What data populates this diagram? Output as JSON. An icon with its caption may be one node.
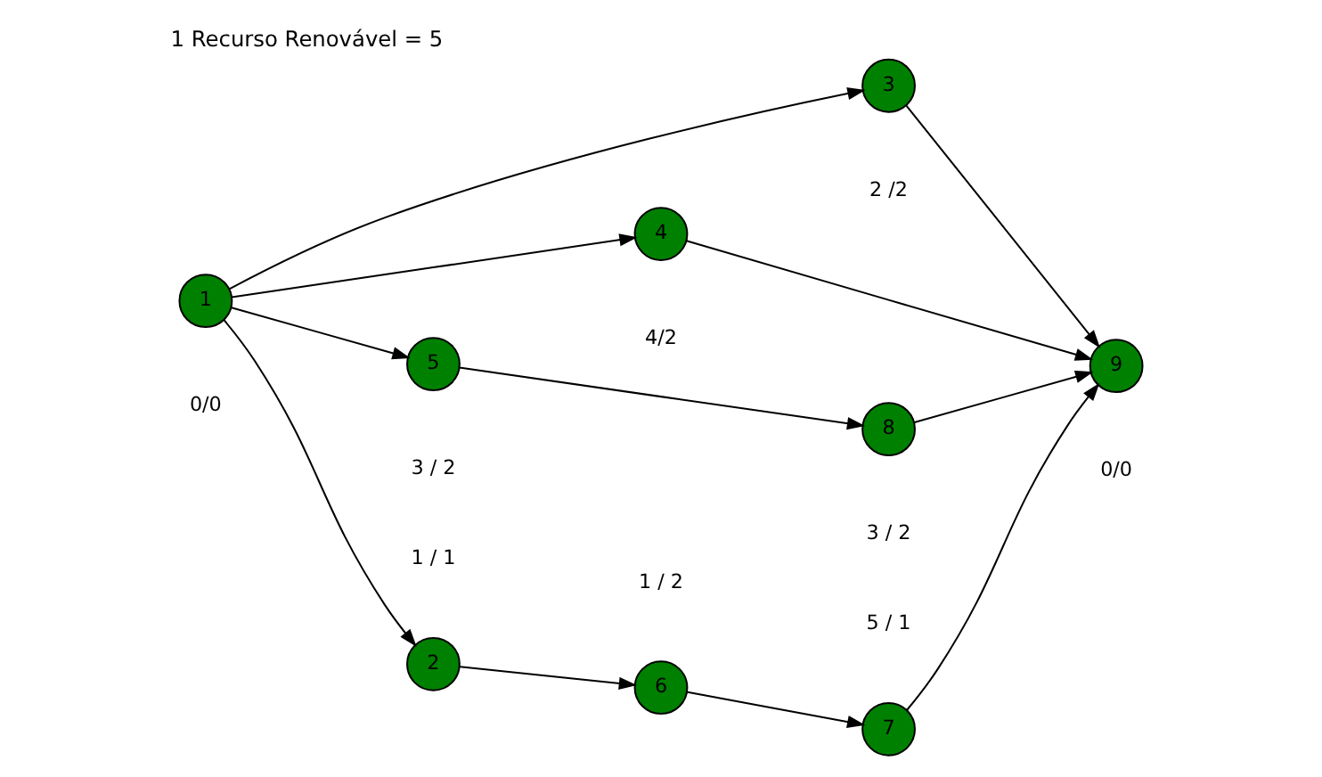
{
  "diagram": {
    "title": "1 Recurso Renovável = 5",
    "nodes": [
      {
        "text": [
          "1"
        ],
        "beside": [
          "0/0"
        ]
      },
      {
        "text": [
          "2"
        ],
        "beside": [
          "1 / 1"
        ]
      },
      {
        "text": [
          "3"
        ],
        "beside": [
          "2 /2"
        ]
      },
      {
        "text": [
          "4"
        ],
        "beside": [
          "4/2"
        ]
      },
      {
        "text": [
          "5"
        ],
        "beside": [
          "3 / 2"
        ]
      },
      {
        "text": [
          "6"
        ],
        "beside": [
          "1 / 2"
        ]
      },
      {
        "text": [
          "7"
        ],
        "beside": [
          "5 / 1"
        ]
      },
      {
        "text": [
          "8"
        ],
        "beside": [
          "3 / 2"
        ]
      },
      {
        "text": [
          "9"
        ],
        "beside": [
          "0/0"
        ]
      }
    ],
    "edges": [
      {
        "from": 0,
        "to": 1,
        "arrow": "to"
      },
      {
        "from": 0,
        "to": 2,
        "arrow": "to"
      },
      {
        "from": 0,
        "to": 3,
        "arrow": "to"
      },
      {
        "from": 0,
        "to": 4,
        "arrow": "to"
      },
      {
        "from": 1,
        "to": 5,
        "arrow": "to"
      },
      {
        "from": 5,
        "to": 6,
        "arrow": "to"
      },
      {
        "from": 6,
        "to": 8,
        "arrow": "to"
      },
      {
        "from": 2,
        "to": 8,
        "arrow": "to"
      },
      {
        "from": 3,
        "to": 8,
        "arrow": "to"
      },
      {
        "from": 4,
        "to": 7,
        "arrow": "to"
      },
      {
        "from": 7,
        "to": 8,
        "arrow": "to"
      }
    ]
  }
}
